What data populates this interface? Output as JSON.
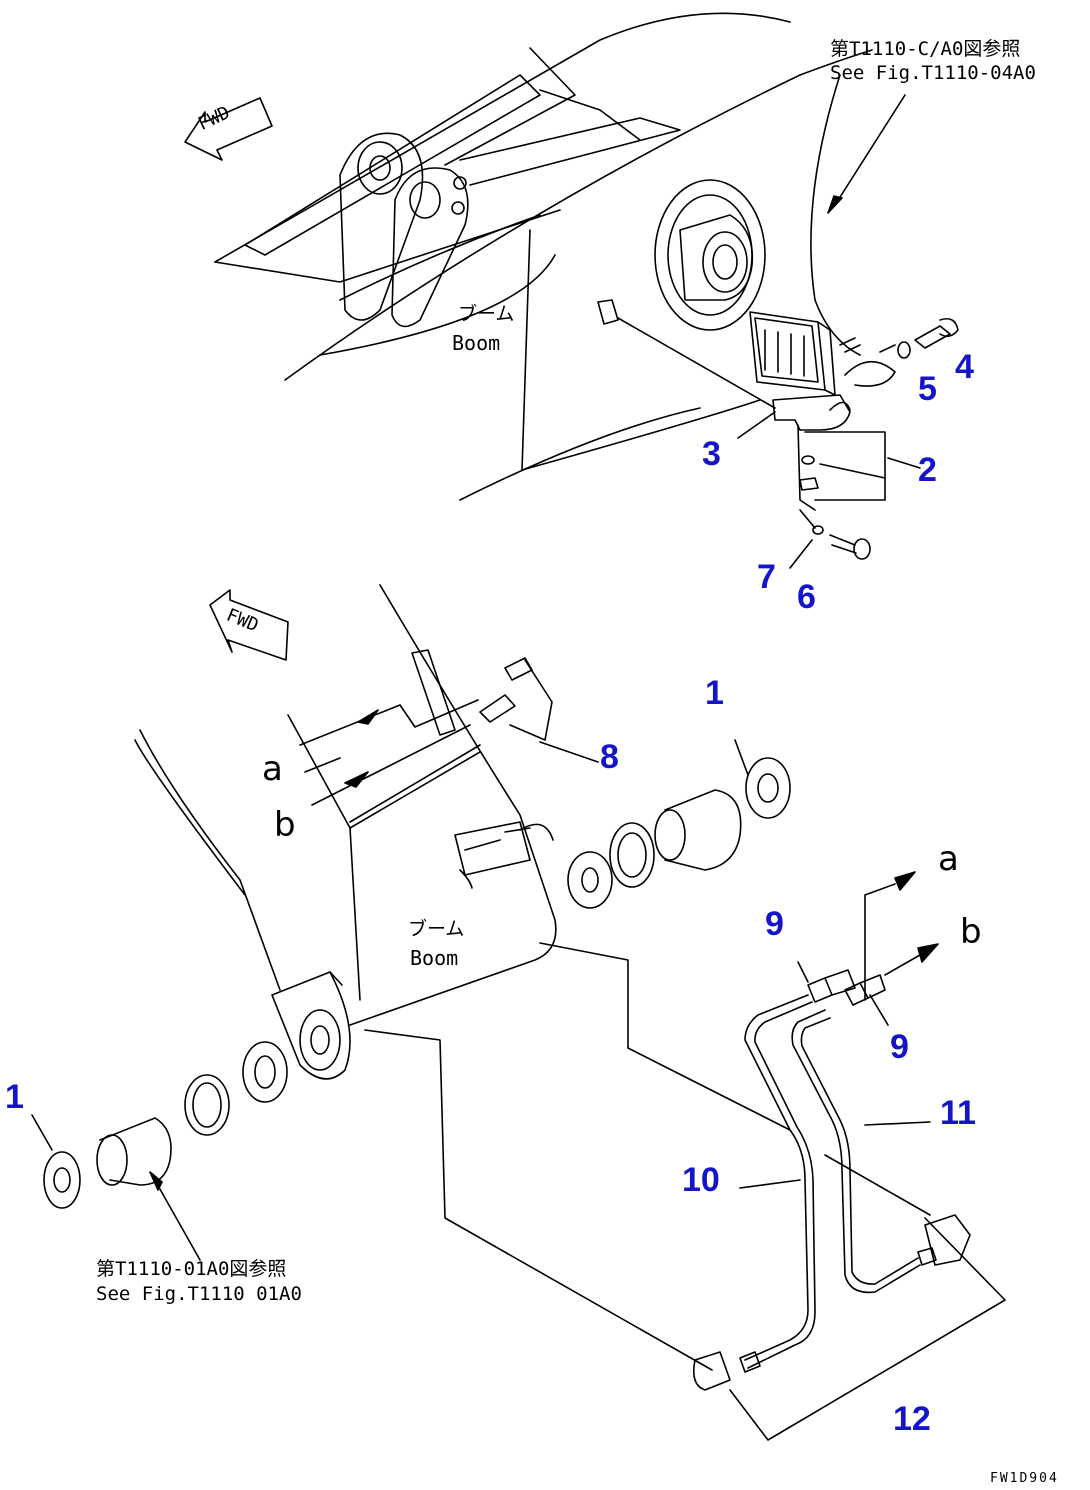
{
  "callout_color": "#1414c8",
  "references": {
    "top_jp": "第T1110-C/A0図参照",
    "top_en": "See Fig.T1110-04A0",
    "bottom_jp": "第T1110-01A0図参照",
    "bottom_en": "See Fig.T1110 01A0"
  },
  "boom_labels": {
    "upper_jp": "ブーム",
    "upper_en": "Boom",
    "lower_jp": "ブーム",
    "lower_en": "Boom"
  },
  "fwd_labels": [
    "FWD",
    "FWD"
  ],
  "letters": {
    "a_lower": "a",
    "b_lower": "b",
    "a_right": "a",
    "b_right": "b"
  },
  "callouts": [
    "4",
    "5",
    "3",
    "2",
    "7",
    "6",
    "1",
    "8",
    "1",
    "9",
    "9",
    "11",
    "10",
    "12"
  ],
  "drawing_code": "FW1D904"
}
